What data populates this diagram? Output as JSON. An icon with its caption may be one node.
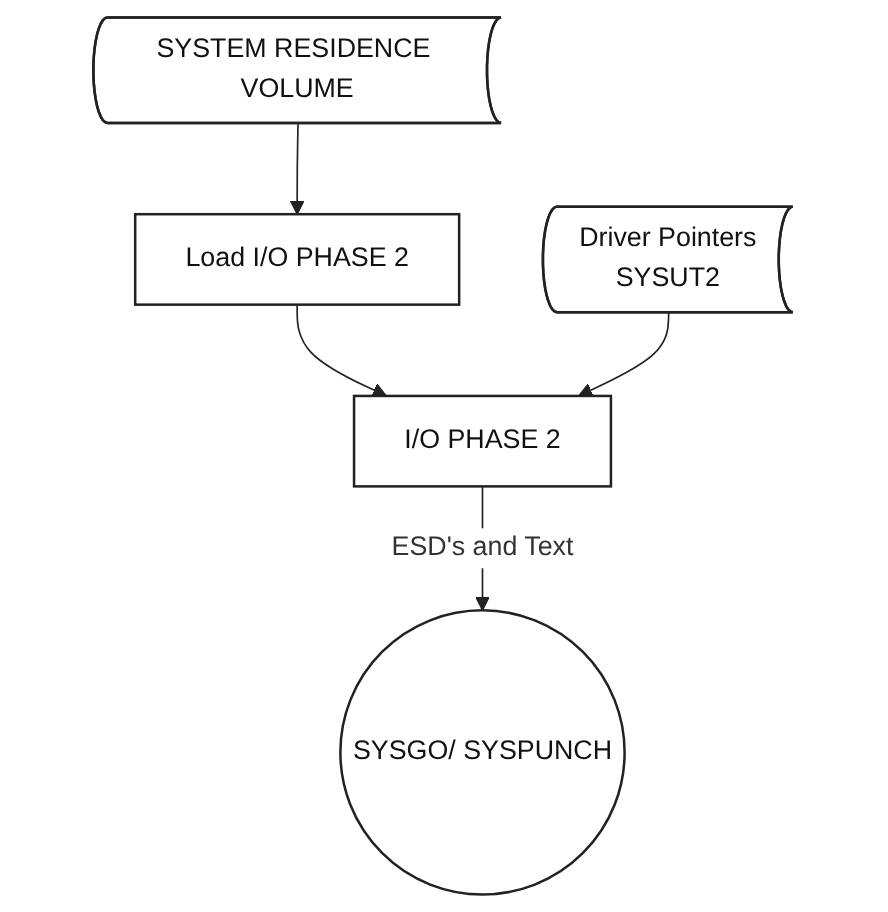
{
  "diagram": {
    "nodes": [
      {
        "text": [
          "SYSTEM RESIDENCE VOLUME"
        ]
      },
      {
        "text": [
          "Load I/O PHASE 2"
        ]
      },
      {
        "text": [
          "Driver Pointers",
          "SYSUT2"
        ]
      },
      {
        "text": [
          "I/O PHASE 2"
        ]
      },
      {
        "text": [
          "SYSGO/ SYSPUNCH"
        ]
      }
    ],
    "edges": [
      {
        "from": 0,
        "to": 1,
        "arrow": "to"
      },
      {
        "from": 1,
        "to": 3,
        "arrow": "to"
      },
      {
        "from": 2,
        "to": 3,
        "arrow": "to"
      },
      {
        "from": 3,
        "to": 4,
        "arrow": "to",
        "label": "ESD's and Text"
      }
    ]
  }
}
